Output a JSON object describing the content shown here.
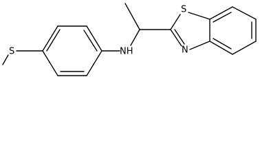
{
  "molecule": {
    "atoms": {
      "sulfur_thioether": "S",
      "amine": "NH",
      "sulfur_thiazole": "S",
      "nitrogen_thiazole": "N"
    }
  }
}
